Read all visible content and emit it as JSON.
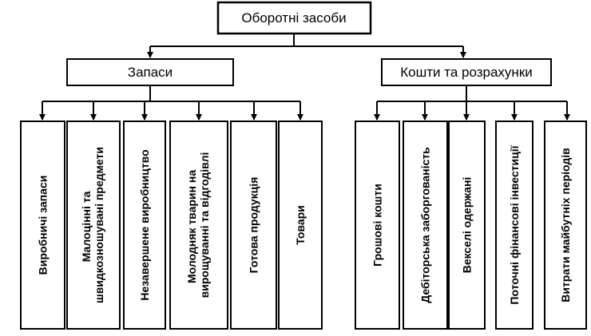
{
  "root": {
    "label": "Оборотні засоби"
  },
  "groups": [
    {
      "label": "Запаси",
      "items": [
        [
          "Виробничі запаси"
        ],
        [
          "Малоцінні та",
          "швидкозношувані предмети"
        ],
        [
          "Незавершене виробництво"
        ],
        [
          "Молодняк тварин на",
          "вирощуванні та відгодівлі"
        ],
        [
          "Готова продукція"
        ],
        [
          "Товари"
        ]
      ]
    },
    {
      "label": "Кошти та розрахунки",
      "items": [
        [
          "Грошові кошти"
        ],
        [
          "Дебіторська заборгованість"
        ],
        [
          "Векселі одержані"
        ],
        [
          "Поточні фінансові інвестиції"
        ],
        [
          "Витрати майбутніх періодів"
        ]
      ]
    }
  ]
}
